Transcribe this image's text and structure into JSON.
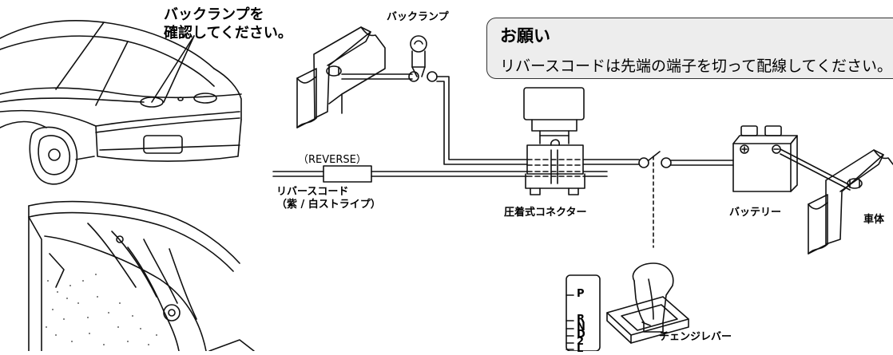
{
  "notice": {
    "title": "お願い",
    "body": "リバースコードは先端の端子を切って配線してください。"
  },
  "labels": {
    "check_lamp_line1": "バックランプを",
    "check_lamp_line2": "確認してください。",
    "back_lamp": "バックランプ",
    "reverse": "（REVERSE）",
    "reverse_cord_line1": "リバースコード",
    "reverse_cord_line2": "（紫 / 白ストライプ）",
    "connector": "圧着式コネクター",
    "battery": "バッテリー",
    "body": "車体",
    "change_lever": "チェンジレバー"
  },
  "gear_positions": [
    "P",
    "R",
    "N",
    "D",
    "2",
    "L"
  ]
}
